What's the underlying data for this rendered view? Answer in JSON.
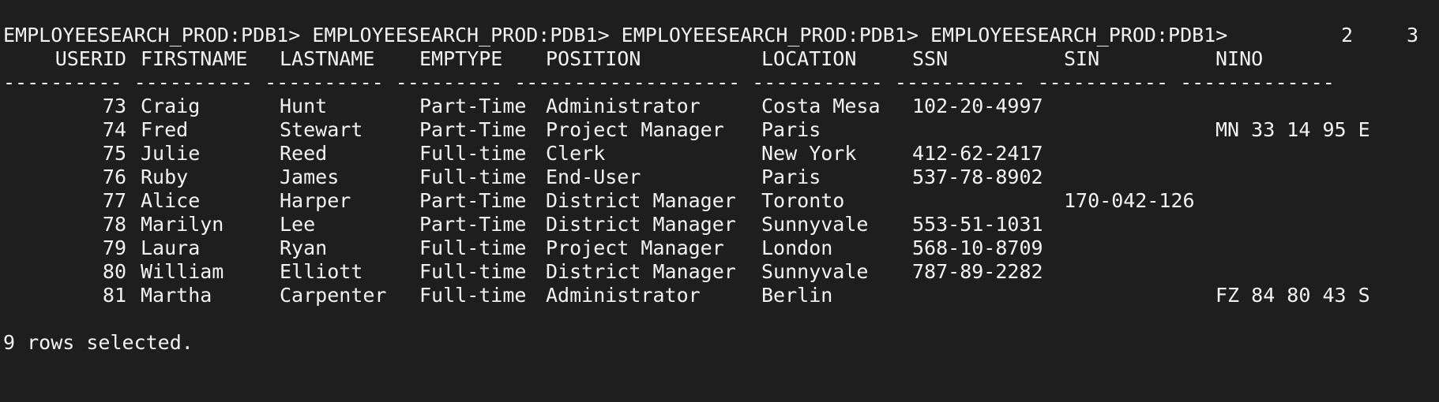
{
  "terminal": {
    "prompt_text": "EMPLOYEESEARCH_PROD:PDB1> EMPLOYEESEARCH_PROD:PDB1> EMPLOYEESEARCH_PROD:PDB1> EMPLOYEESEARCH_PROD:PDB1>",
    "prompt_num_2": "2",
    "prompt_num_3": "3",
    "headers": [
      "USERID",
      "FIRSTNAME",
      "LASTNAME",
      "EMPTYPE",
      "POSITION",
      "LOCATION",
      "SSN",
      "SIN",
      "NINO"
    ],
    "separator": "---------- ---------- ---------- --------- ------------------- ----------- ----------- ----------- -------------",
    "rows": [
      {
        "userid": "73",
        "firstname": "Craig",
        "lastname": "Hunt",
        "emptype": "Part-Time",
        "position": "Administrator",
        "location": "Costa Mesa",
        "ssn": "102-20-4997",
        "sin": "",
        "nino": ""
      },
      {
        "userid": "74",
        "firstname": "Fred",
        "lastname": "Stewart",
        "emptype": "Part-Time",
        "position": "Project Manager",
        "location": "Paris",
        "ssn": "",
        "sin": "",
        "nino": "MN 33 14 95 E"
      },
      {
        "userid": "75",
        "firstname": "Julie",
        "lastname": "Reed",
        "emptype": "Full-time",
        "position": "Clerk",
        "location": "New York",
        "ssn": "412-62-2417",
        "sin": "",
        "nino": ""
      },
      {
        "userid": "76",
        "firstname": "Ruby",
        "lastname": "James",
        "emptype": "Full-time",
        "position": "End-User",
        "location": "Paris",
        "ssn": "537-78-8902",
        "sin": "",
        "nino": ""
      },
      {
        "userid": "77",
        "firstname": "Alice",
        "lastname": "Harper",
        "emptype": "Part-Time",
        "position": "District Manager",
        "location": "Toronto",
        "ssn": "",
        "sin": "170-042-126",
        "nino": ""
      },
      {
        "userid": "78",
        "firstname": "Marilyn",
        "lastname": "Lee",
        "emptype": "Part-Time",
        "position": "District Manager",
        "location": "Sunnyvale",
        "ssn": "553-51-1031",
        "sin": "",
        "nino": ""
      },
      {
        "userid": "79",
        "firstname": "Laura",
        "lastname": "Ryan",
        "emptype": "Full-time",
        "position": "Project Manager",
        "location": "London",
        "ssn": "568-10-8709",
        "sin": "",
        "nino": ""
      },
      {
        "userid": "80",
        "firstname": "William",
        "lastname": "Elliott",
        "emptype": "Full-time",
        "position": "District Manager",
        "location": "Sunnyvale",
        "ssn": "787-89-2282",
        "sin": "",
        "nino": ""
      },
      {
        "userid": "81",
        "firstname": "Martha",
        "lastname": "Carpenter",
        "emptype": "Full-time",
        "position": "Administrator",
        "location": "Berlin",
        "ssn": "",
        "sin": "",
        "nino": "FZ 84 80 43 S"
      }
    ],
    "footer": "9 rows selected.",
    "colors": {
      "background": "#1e1e1e",
      "text": "#f2f2f2"
    }
  }
}
